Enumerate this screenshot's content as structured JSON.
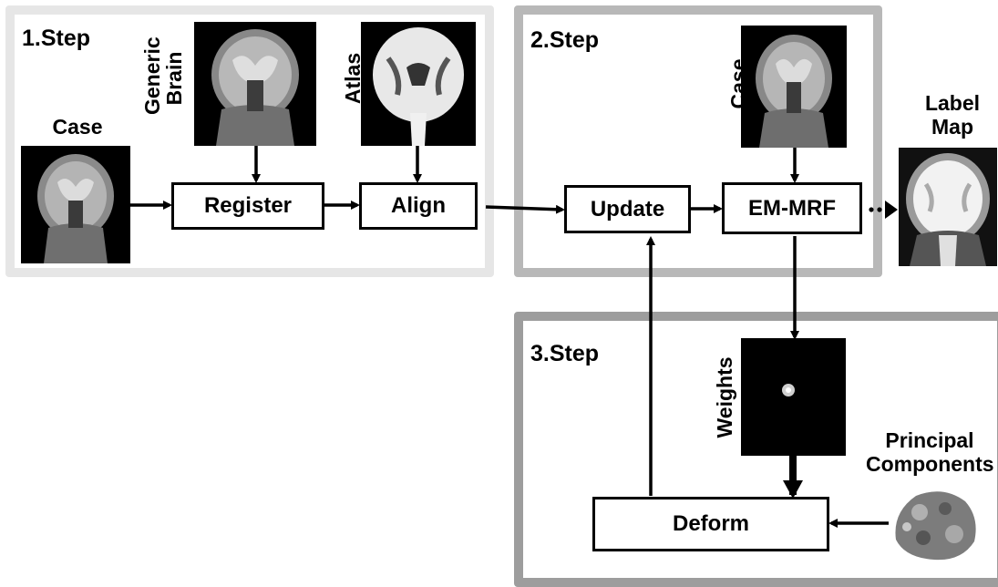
{
  "steps": {
    "step1": "1.Step",
    "step2": "2.Step",
    "step3": "3.Step"
  },
  "labels": {
    "case_left": "Case",
    "generic_brain_line1": "Generic",
    "generic_brain_line2": "Brain",
    "atlas": "Atlas",
    "case_mid": "Case",
    "label_map_line1": "Label",
    "label_map_line2": "Map",
    "weights": "Weights",
    "principal_line1": "Principal",
    "principal_line2": "Components"
  },
  "boxes": {
    "register": "Register",
    "align": "Align",
    "update": "Update",
    "em_mrf": "EM-MRF",
    "deform": "Deform"
  },
  "colors": {
    "panel1_border": "#e6e6e6",
    "panel2_border": "#b8b8b8",
    "panel3_border": "#9d9d9d"
  }
}
